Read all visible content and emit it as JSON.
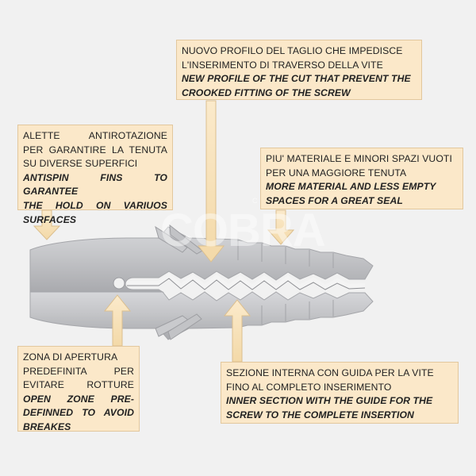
{
  "colors": {
    "background": "#f1f1f1",
    "callout_fill": "#fbe8c9",
    "callout_border": "#e2c79d",
    "arrow_fill": "#f7e2bd",
    "plug_body": "#bfc0c4",
    "plug_shadow": "#9fa0a4"
  },
  "watermark": {
    "text": "COBRA",
    "small_text": "CENTRO"
  },
  "callouts": {
    "top_center": {
      "it_lines": [
        "NUOVO PROFILO DEL TAGLIO CHE IMPEDISCE",
        "L'INSERIMENTO DI TRAVERSO DELLA VITE"
      ],
      "en_lines": [
        "NEW PROFILE OF THE CUT THAT PREVENT THE",
        "CROOKED FITTING OF THE SCREW"
      ]
    },
    "top_left": {
      "it_lines": [
        "ALETTE ANTIROTAZIONE",
        "PER GARANTIRE LA TENUTA",
        "SU DIVERSE SUPERFICI"
      ],
      "en_lines": [
        "ANTISPIN FINS TO GARANTEE",
        "THE HOLD ON VARIUOS",
        "SURFACES"
      ]
    },
    "top_right": {
      "it_lines": [
        "PIU' MATERIALE E MINORI SPAZI VUOTI",
        "PER UNA MAGGIORE TENUTA"
      ],
      "en_lines": [
        "MORE MATERIAL AND LESS EMPTY",
        "SPACES FOR A GREAT SEAL"
      ]
    },
    "bottom_left": {
      "it_lines": [
        "ZONA DI APERTURA",
        "PREDEFINITA PER",
        "EVITARE ROTTURE"
      ],
      "en_lines": [
        "OPEN ZONE PRE-",
        "DEFINNED TO AVOID",
        "BREAKES"
      ]
    },
    "bottom_right": {
      "it_lines": [
        "SEZIONE INTERNA CON GUIDA PER LA VITE",
        "FINO AL COMPLETO INSERIMENTO"
      ],
      "en_lines": [
        "INNER SECTION WITH THE GUIDE FOR THE",
        "SCREW TO THE COMPLETE INSERTION"
      ]
    }
  }
}
